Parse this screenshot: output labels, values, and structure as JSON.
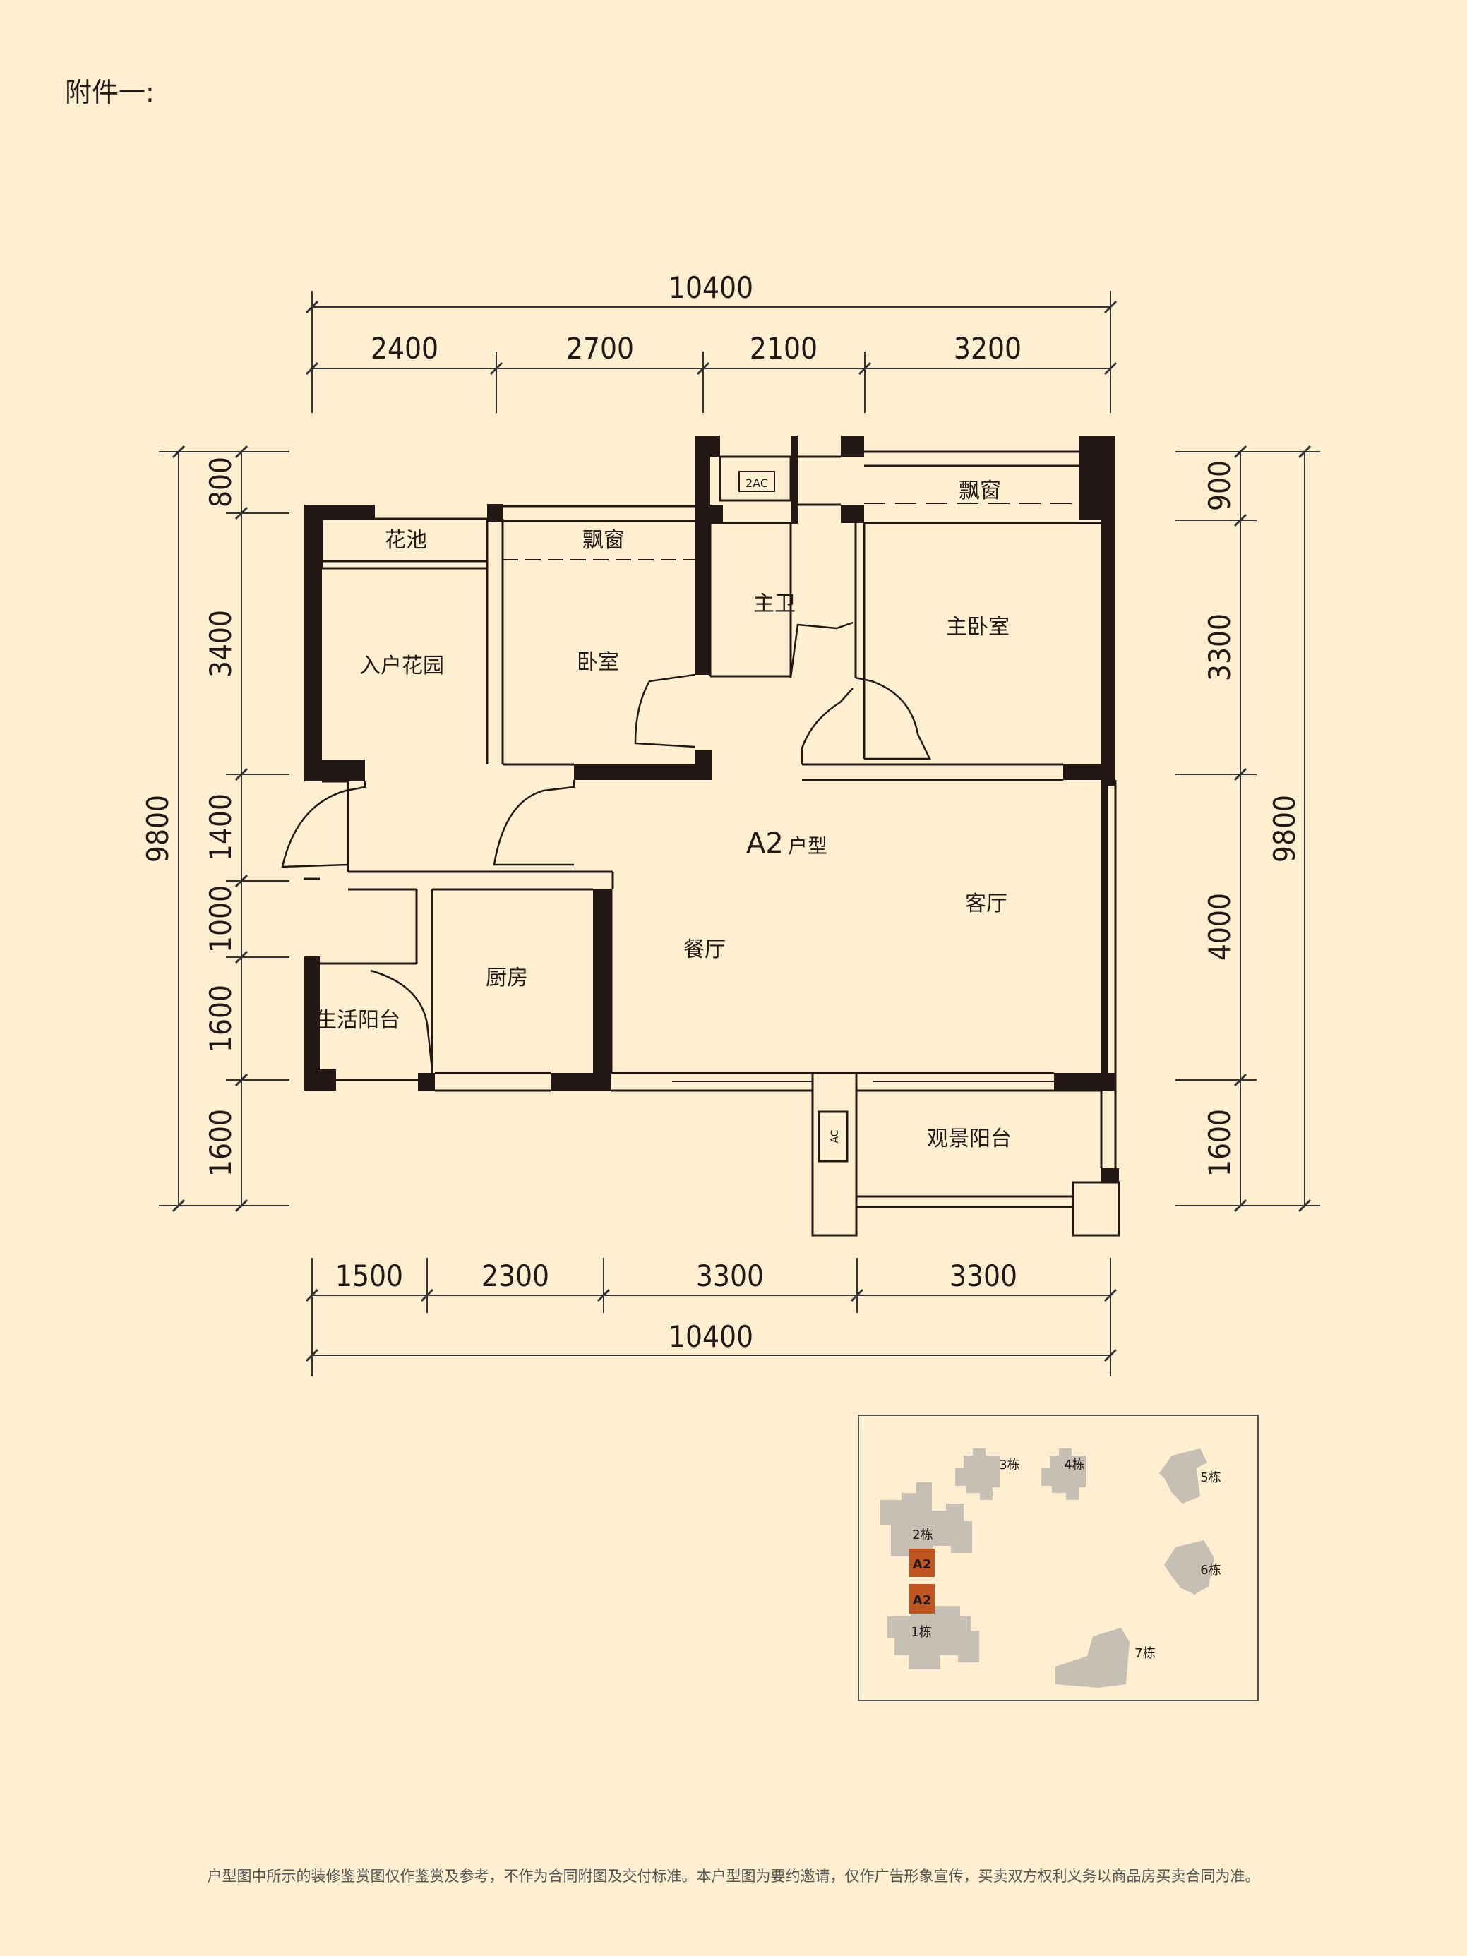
{
  "header": {
    "attachment": "附件一:"
  },
  "plan": {
    "unit_label": "A2",
    "unit_suffix": "户型",
    "rooms": {
      "flower_bed": "花池",
      "bay_window_1": "飘窗",
      "bay_window_2": "飘窗",
      "master_bath": "主卫",
      "master_bedroom": "主卧室",
      "entry_garden": "入户花园",
      "bedroom": "卧室",
      "living_room": "客厅",
      "dining_room": "餐厅",
      "kitchen": "厨房",
      "utility_balcony": "生活阳台",
      "view_balcony": "观景阳台"
    },
    "ac_labels": {
      "top": "2AC",
      "bottom": "AC"
    },
    "dimensions": {
      "top_total": "10400",
      "top_segments": [
        "2400",
        "2700",
        "2100",
        "3200"
      ],
      "bottom_segments": [
        "1500",
        "2300",
        "3300",
        "3300"
      ],
      "bottom_total": "10400",
      "left_total": "9800",
      "left_segments": [
        "800",
        "3400",
        "1400",
        "1000",
        "1600",
        "1600"
      ],
      "right_total": "9800",
      "right_segments": [
        "900",
        "3300",
        "4000",
        "1600"
      ]
    }
  },
  "site_plan": {
    "buildings": [
      "3栋",
      "4栋",
      "5栋",
      "2栋",
      "6栋",
      "1栋",
      "7栋"
    ],
    "highlight_units": [
      "A2",
      "A2"
    ],
    "colors": {
      "building": "#c7bfb3",
      "highlight": "#c0561f"
    }
  },
  "footer": {
    "disclaimer": "户型图中所示的装修鉴赏图仅作鉴赏及参考，不作为合同附图及交付标准。本户型图为要约邀请，仅作广告形象宣传，买卖双方权利义务以商品房买卖合同为准。"
  }
}
